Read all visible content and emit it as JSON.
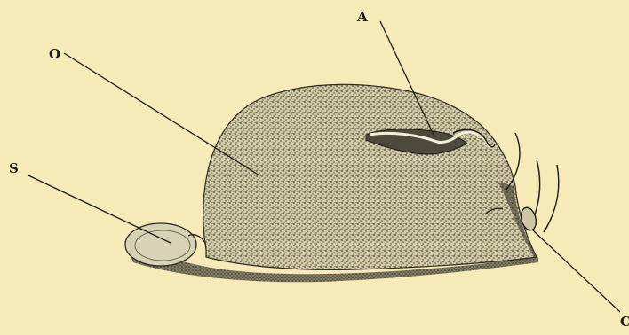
{
  "labels": {
    "a": "A",
    "o": "O",
    "s": "S",
    "c": "C"
  },
  "colors": {
    "paper": "#f6eab8",
    "ink": "#1c1b17",
    "mass_fill": "#cfc7a2",
    "small_sac_fill": "#d8d3b4"
  }
}
